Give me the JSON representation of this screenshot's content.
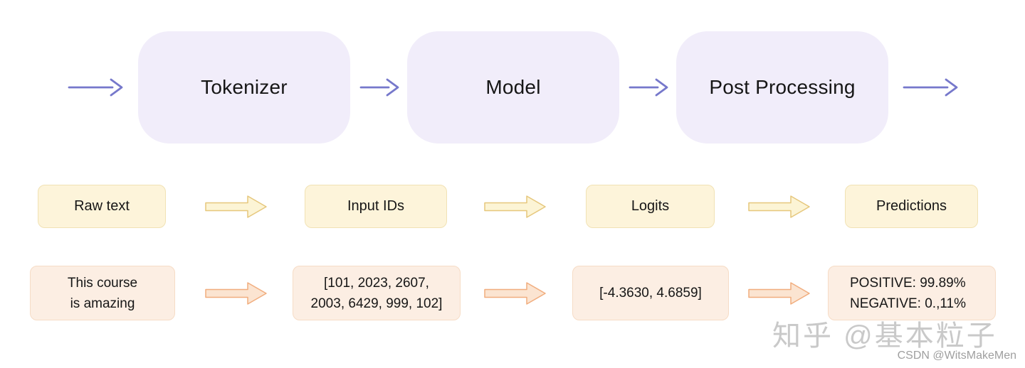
{
  "diagram": {
    "stages": [
      {
        "label": "Tokenizer"
      },
      {
        "label": "Model"
      },
      {
        "label": "Post Processing"
      }
    ],
    "data_labels": [
      {
        "label": "Raw text"
      },
      {
        "label": "Input IDs"
      },
      {
        "label": "Logits"
      },
      {
        "label": "Predictions"
      }
    ],
    "examples": [
      {
        "line1": "This course",
        "line2": "is amazing"
      },
      {
        "line1": "[101, 2023, 2607,",
        "line2": "2003, 6429, 999, 102]"
      },
      {
        "line1": "[-4.3630, 4.6859]",
        "line2": ""
      },
      {
        "line1": "POSITIVE: 99.89%",
        "line2": "NEGATIVE: 0.,11%"
      }
    ]
  },
  "watermarks": {
    "zhihu": "知乎 @基本粒子",
    "csdn": "CSDN @WitsMakeMen"
  },
  "colors": {
    "stage_box_bg": "#f1edfa",
    "purple_arrow": "#7678cb",
    "data_box_bg": "#fdf4da",
    "data_box_border": "#f1e2b4",
    "yellow_arrow_fill": "#fcf4d5",
    "yellow_arrow_stroke": "#e6c77c",
    "example_box_bg": "#fceee3",
    "example_box_border": "#f6dcc6",
    "orange_arrow_fill": "#fbe4d1",
    "orange_arrow_stroke": "#f1ad7e"
  }
}
